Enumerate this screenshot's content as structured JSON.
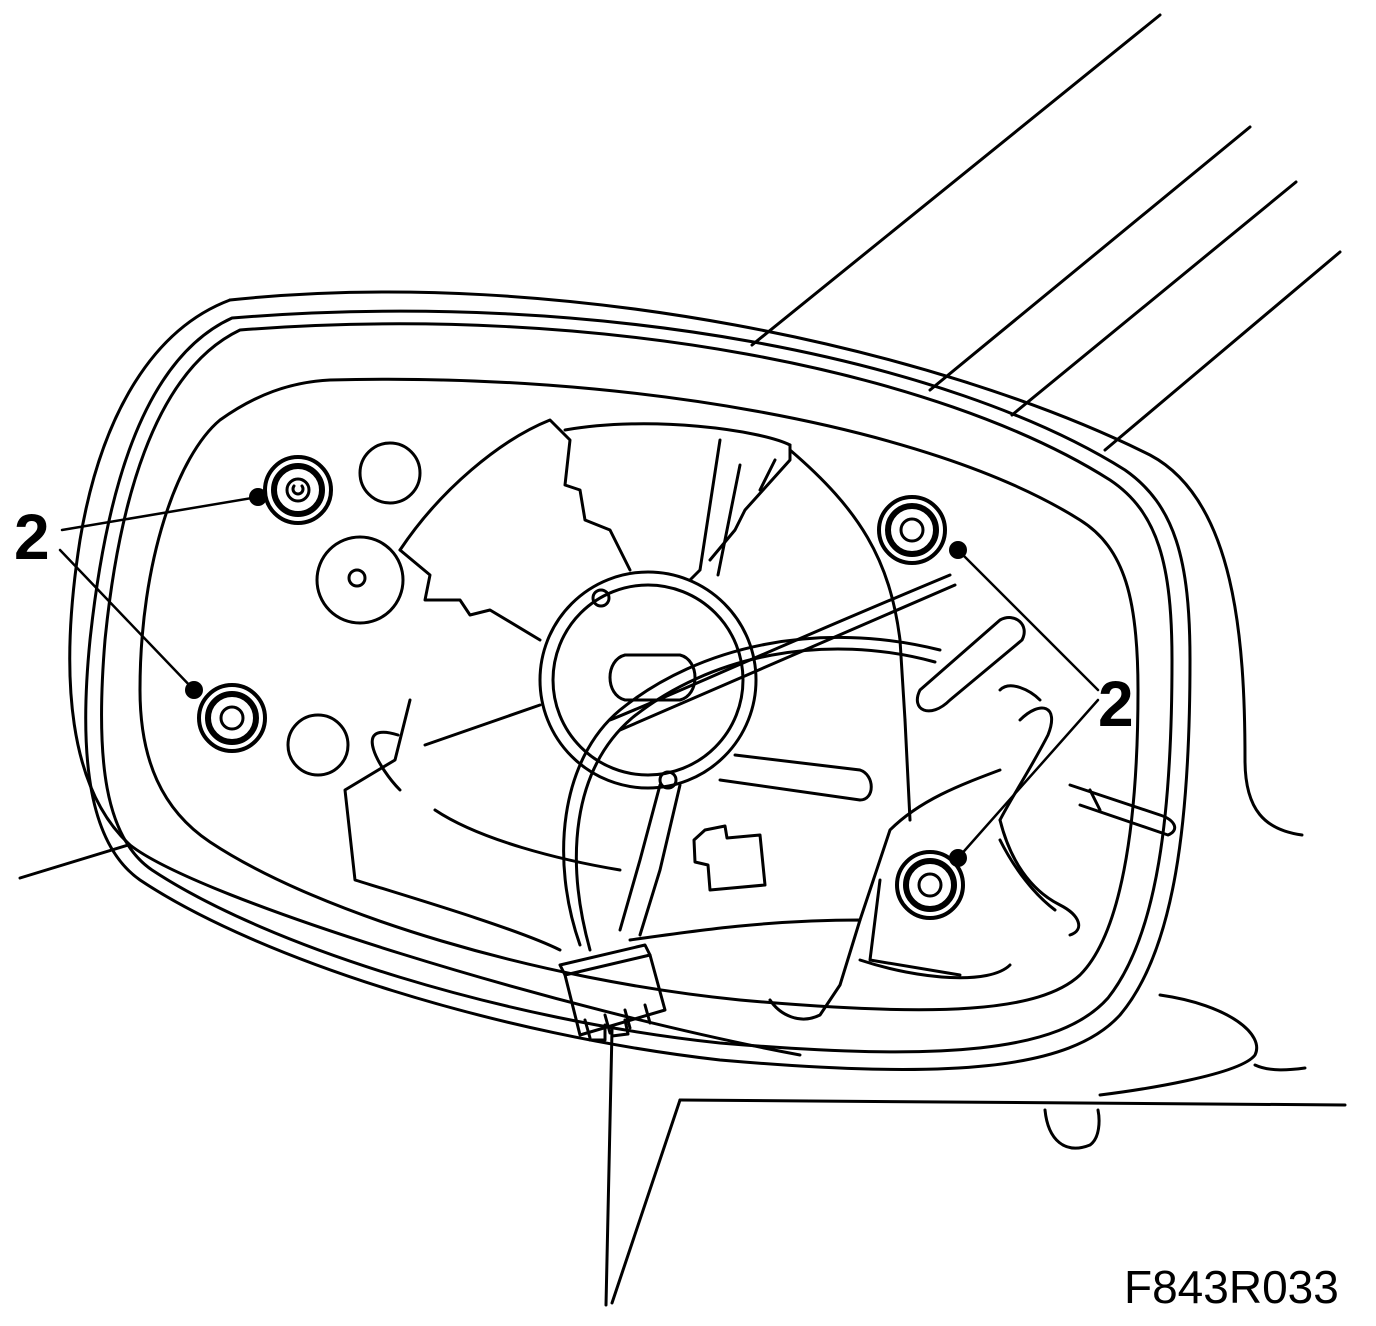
{
  "diagram": {
    "callouts": [
      {
        "id": "left",
        "label": "2"
      },
      {
        "id": "right",
        "label": "2"
      }
    ],
    "figure_code": "F843R033",
    "colors": {
      "ink": "#000000",
      "paper": "#ffffff"
    }
  }
}
